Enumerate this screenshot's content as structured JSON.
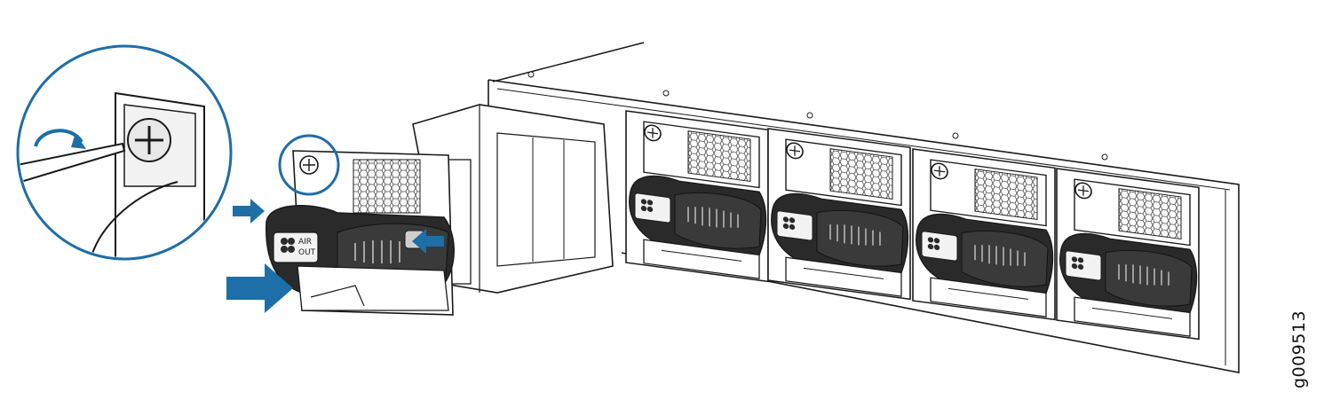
{
  "figure_id": "g009513",
  "module_label_top": "AIR",
  "module_label_bottom": "OUT",
  "colors": {
    "accent": "#1e6ea7",
    "line": "#1a1a1a",
    "fill_dark": "#2a2a2a",
    "fill_light": "#f2f2f2"
  },
  "icons": [
    "fan-icon",
    "rotate-arrow-icon",
    "screwdriver-icon",
    "push-arrow-icon",
    "captive-screw-icon"
  ]
}
